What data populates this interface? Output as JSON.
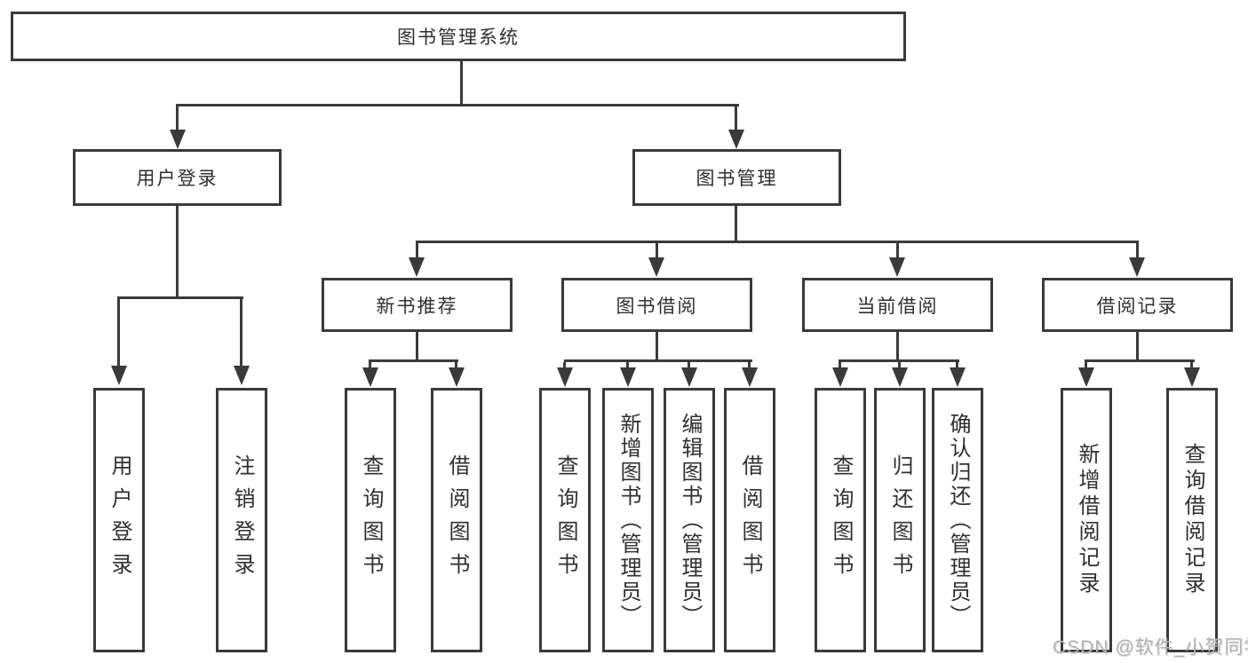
{
  "nodes": {
    "root": "图书管理系统",
    "l2": [
      "用户登录",
      "图书管理"
    ],
    "l3": [
      "新书推荐",
      "图书借阅",
      "当前借阅",
      "借阅记录"
    ],
    "leaves": [
      "用户登录",
      "注销登录",
      "查询图书",
      "借阅图书",
      "查询图书",
      "新增图书（管理员）",
      "编辑图书（管理员）",
      "借阅图书",
      "查询图书",
      "归还图书",
      "确认归还（管理员）",
      "新增借阅记录",
      "查询借阅记录"
    ]
  },
  "hierarchy": {
    "图书管理系统": [
      "用户登录",
      "图书管理"
    ],
    "用户登录": [
      "用户登录",
      "注销登录"
    ],
    "图书管理": [
      "新书推荐",
      "图书借阅",
      "当前借阅",
      "借阅记录"
    ],
    "新书推荐": [
      "查询图书",
      "借阅图书"
    ],
    "图书借阅": [
      "查询图书",
      "新增图书（管理员）",
      "编辑图书（管理员）",
      "借阅图书"
    ],
    "当前借阅": [
      "查询图书",
      "归还图书",
      "确认归还（管理员）"
    ],
    "借阅记录": [
      "新增借阅记录",
      "查询借阅记录"
    ]
  },
  "watermark": {
    "text": "CSDN @软件_小贺同学"
  },
  "colors": {
    "line": "#3a3a3a",
    "text": "#2f2f2f",
    "bg": "#ffffff",
    "watermark": "#b3b3b3"
  }
}
